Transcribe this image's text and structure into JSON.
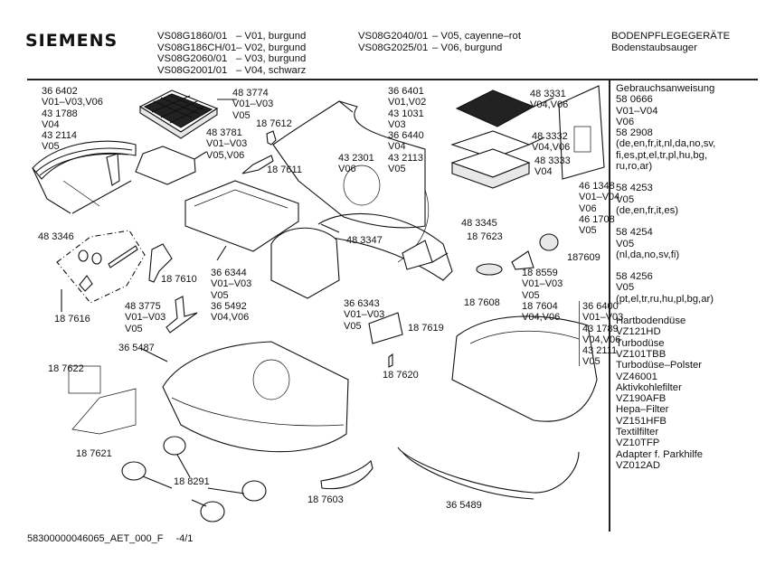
{
  "header": {
    "brand": "SIEMENS",
    "models_left": [
      {
        "code": "VS08G1860/01",
        "desc": "– V01, burgund"
      },
      {
        "code": "VS08G186CH/01",
        "desc": "– V02, burgund"
      },
      {
        "code": "VS08G2060/01",
        "desc": "– V03, burgund"
      },
      {
        "code": "VS08G2001/01",
        "desc": "– V04, schwarz"
      }
    ],
    "models_right": [
      {
        "code": "VS08G2040/01",
        "desc": "– V05, cayenne–rot"
      },
      {
        "code": "VS08G2025/01",
        "desc": "– V06, burgund"
      }
    ],
    "category": "BODENPFLEGEGERÄTE",
    "subcategory": "Bodenstaubsauger"
  },
  "sidebar": {
    "manuals": [
      {
        "lines": [
          "Gebrauchsanweisung",
          "58 0666",
          "V01–V04",
          "V06",
          "58 2908",
          "(de,en,fr,it,nl,da,no,sv,",
          "fi,es,pt,el,tr,pl,hu,bg,",
          "ru,ro,ar)"
        ]
      },
      {
        "lines": [
          "58 4253",
          "V05",
          "(de,en,fr,it,es)"
        ]
      },
      {
        "lines": [
          "58 4254",
          "V05",
          "(nl,da,no,sv,fi)"
        ]
      },
      {
        "lines": [
          "58 4256",
          "V05",
          "(pt,el,tr,ru,hu,pl,bg,ar)"
        ]
      }
    ],
    "accessories": [
      "Hartbodendüse",
      "VZ121HD",
      "Turbodüse",
      "VZ101TBB",
      "Turbodüse–Polster",
      "VZ46001",
      "Aktivkohlefilter",
      "VZ190AFB",
      "Hepa–Filter",
      "VZ151HFB",
      "Textilfilter",
      "VZ10TFP",
      "Adapter f. Parkhilfe",
      "VZ012AD"
    ]
  },
  "parts": {
    "p366402": [
      "36 6402",
      "V01–V03,V06",
      "43 1788",
      "V04",
      "43 2114",
      "V05"
    ],
    "p483774": [
      "48 3774",
      "V01–V03",
      "V05"
    ],
    "p483781": [
      "48 3781",
      "V01–V03",
      "V05,V06"
    ],
    "p187612": [
      "18 7612"
    ],
    "p187611": [
      "18 7611"
    ],
    "p366401": [
      "36 6401",
      "V01,V02",
      "43 1031",
      "V03",
      "36 6440",
      "V04",
      "43 2113",
      "V05"
    ],
    "p432301": [
      "43 2301",
      "V06"
    ],
    "p483331": [
      "48 3331",
      "V04,V06"
    ],
    "p483332": [
      "48 3332",
      "V04,V06"
    ],
    "p483333": [
      "48 3333",
      "V04"
    ],
    "p461348": [
      "46 1348",
      "V01–V04",
      "V06",
      "46 1708",
      "V05"
    ],
    "p483346": [
      "48 3346"
    ],
    "p483347": [
      "48 3347"
    ],
    "p483345": [
      "48 3345"
    ],
    "p187623": [
      "18 7623"
    ],
    "p187609": [
      "187609"
    ],
    "p187610": [
      "18 7610"
    ],
    "p187616": [
      "18 7616"
    ],
    "p366344": [
      "36 6344",
      "V01–V03",
      "V05",
      "36 5492",
      "V04,V06"
    ],
    "p483775": [
      "48 3775",
      "V01–V03",
      "V05"
    ],
    "p366343": [
      "36 6343",
      "V01–V03",
      "V05"
    ],
    "p187608": [
      "18 7608"
    ],
    "p188559": [
      "18 8559",
      "V01–V03",
      "V05",
      "18 7604",
      "V04,V06"
    ],
    "p366400": [
      "36 6400",
      "V01–V03",
      "43 1789",
      "V04,V06",
      "43 2111",
      "V05"
    ],
    "p187619": [
      "18 7619"
    ],
    "p187620": [
      "18 7620"
    ],
    "p365487": [
      "36 5487"
    ],
    "p187622": [
      "18 7622"
    ],
    "p187621": [
      "18 7621"
    ],
    "p188291": [
      "18 8291"
    ],
    "p187603": [
      "18 7603"
    ],
    "p365489": [
      "36 5489"
    ]
  },
  "footer": {
    "doc_id": "58300000046065_AET_000_F",
    "sheet": "-4/1"
  }
}
